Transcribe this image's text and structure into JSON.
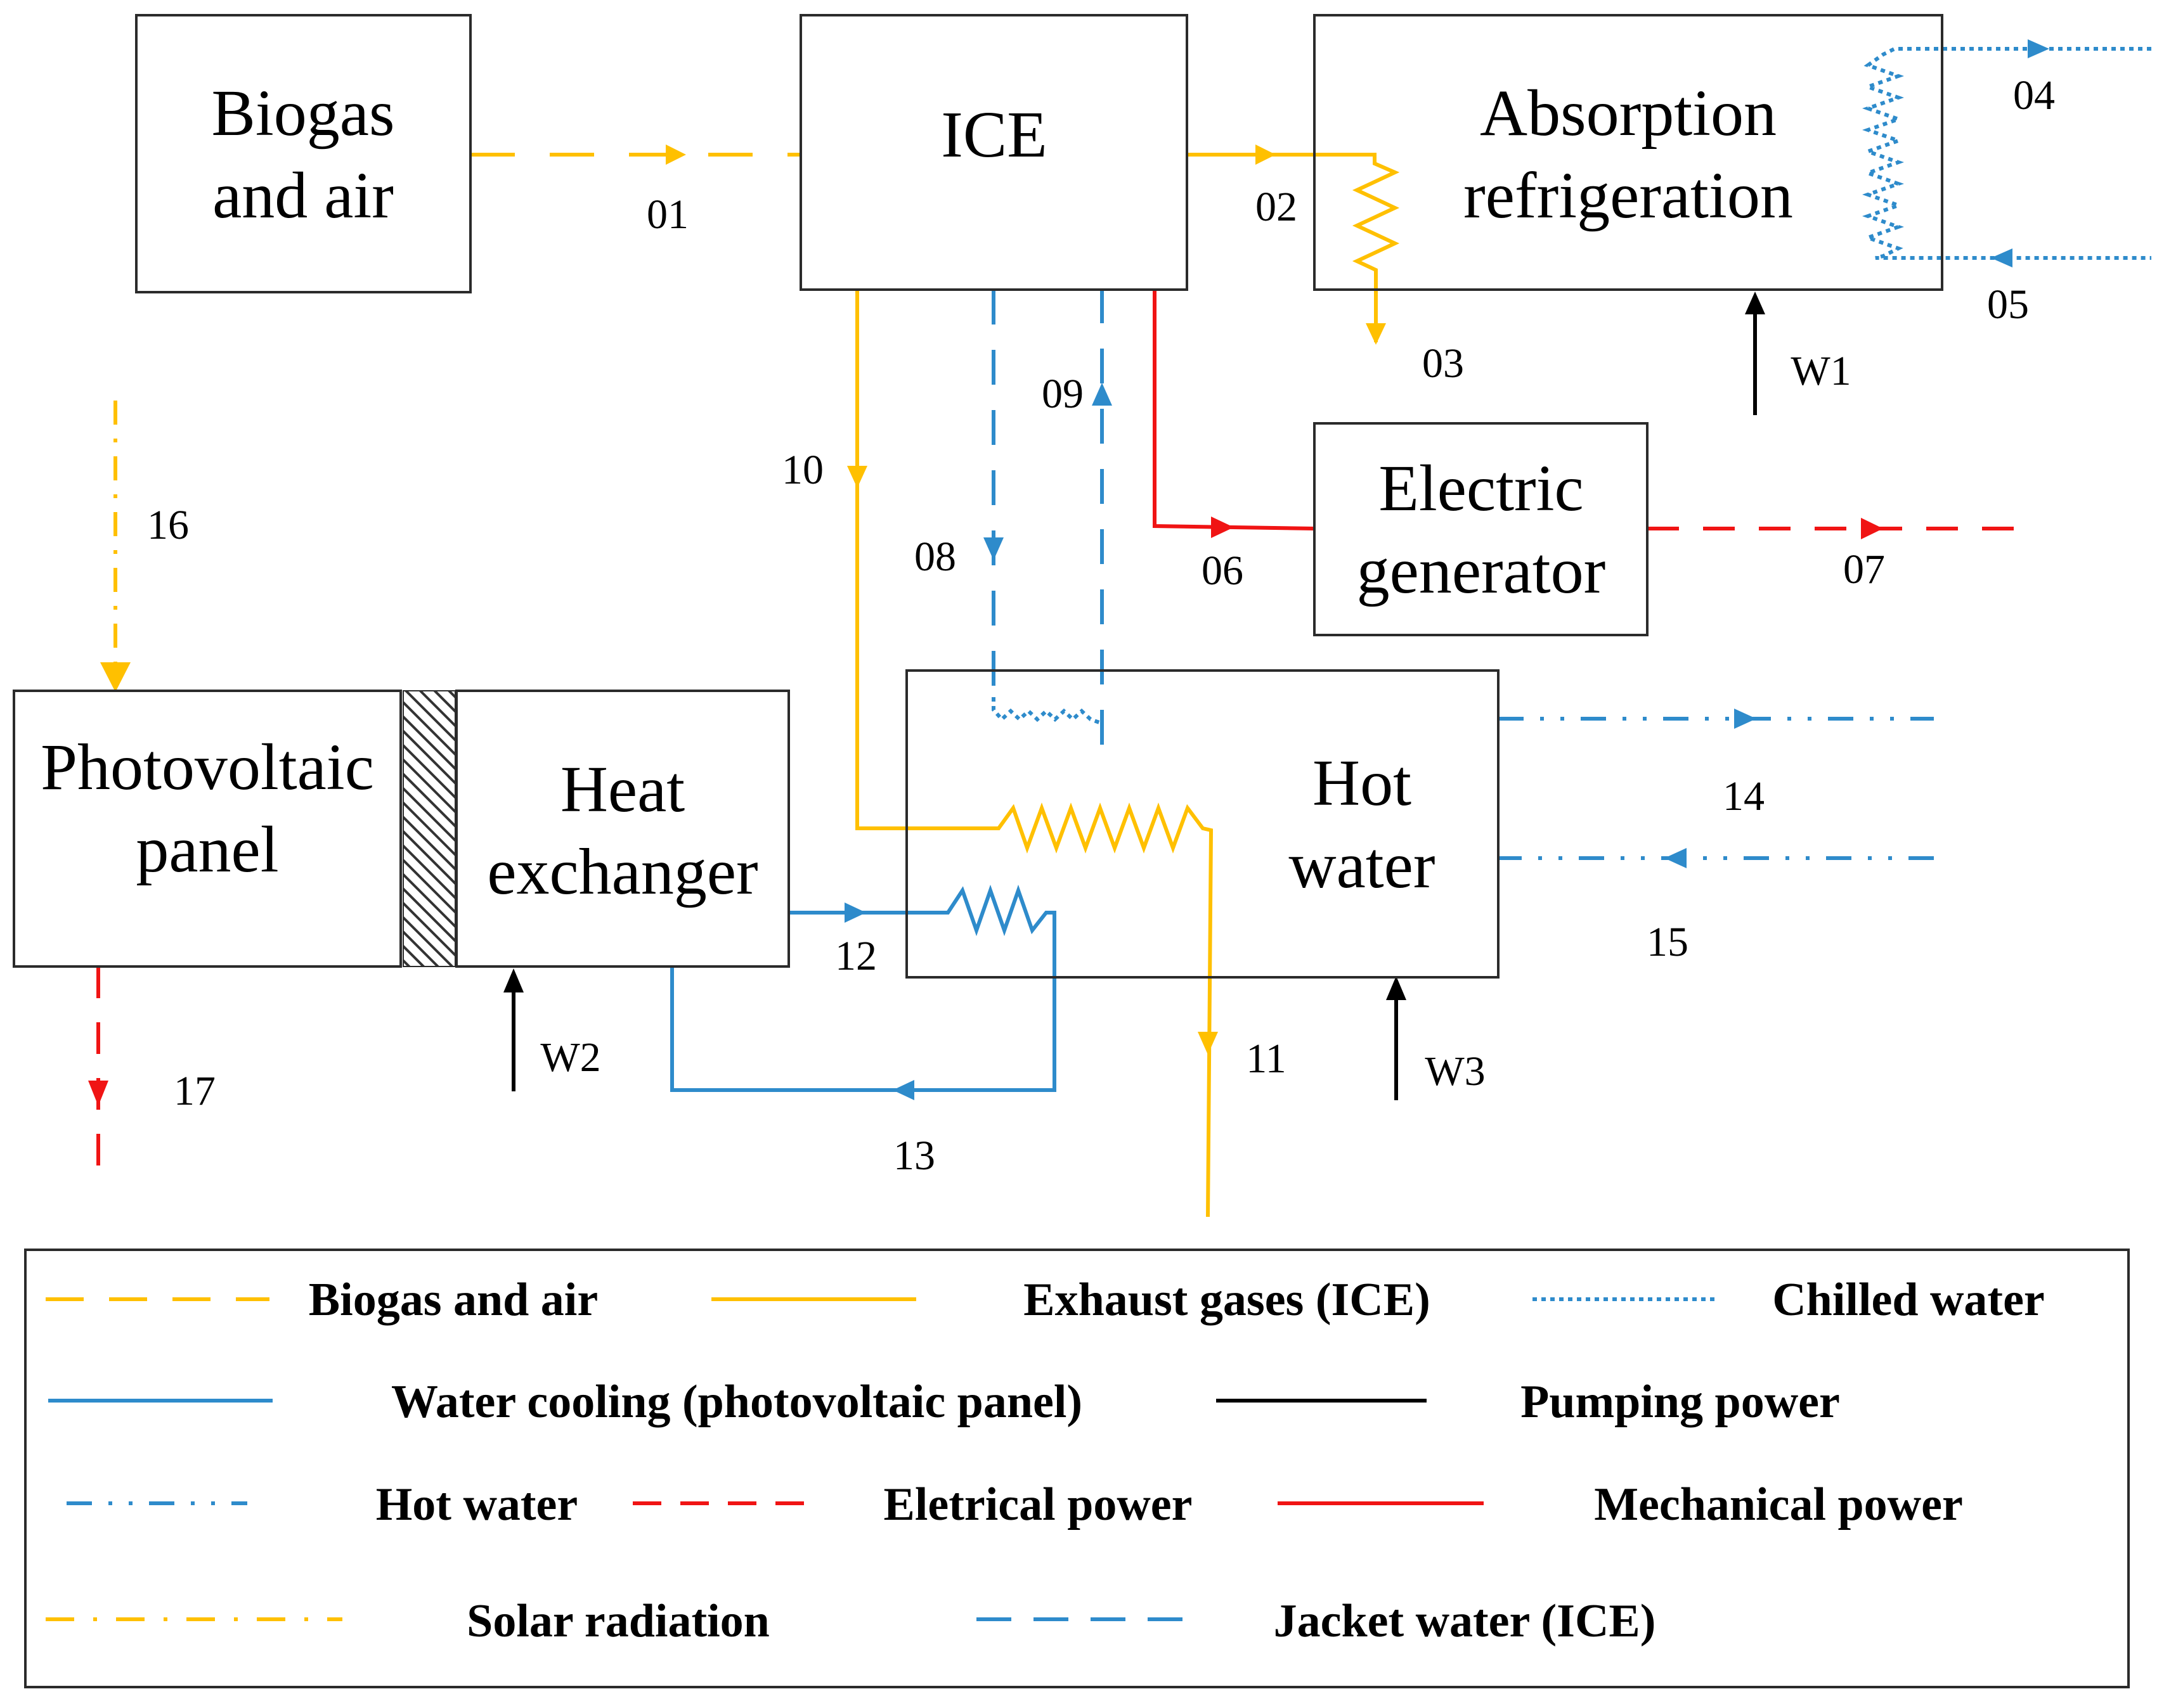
{
  "blocks": {
    "biogas": [
      "Biogas",
      "and air"
    ],
    "ice": "ICE",
    "absorption": [
      "Absorption",
      "refrigeration"
    ],
    "electric_generator": [
      "Electric",
      "generator"
    ],
    "photovoltaic": [
      "Photovoltaic",
      "panel"
    ],
    "heat_exchanger": [
      "Heat",
      "exchanger"
    ],
    "hot_water": [
      "Hot",
      "water"
    ]
  },
  "stream_labels": {
    "s01": "01",
    "s02": "02",
    "s03": "03",
    "s04": "04",
    "s05": "05",
    "s06": "06",
    "s07": "07",
    "s08": "08",
    "s09": "09",
    "s10": "10",
    "s11": "11",
    "s12": "12",
    "s13": "13",
    "s14": "14",
    "s15": "15",
    "s16": "16",
    "s17": "17",
    "w1": "W1",
    "w2": "W2",
    "w3": "W3"
  },
  "legend": {
    "biogas_air": "Biogas and air",
    "exhaust": "Exhaust gases (ICE)",
    "chilled": "Chilled water",
    "water_cooling": "Water cooling (photovoltaic panel)",
    "pumping": "Pumping power",
    "hot_water": "Hot water",
    "electrical": "Eletrical power",
    "mechanical": "Mechanical power",
    "solar": "Solar radiation",
    "jacket": "Jacket water (ICE)"
  },
  "colors": {
    "gold": "#FFC000",
    "blue": "#2E8BCB",
    "red": "#F01414",
    "black": "#000000"
  }
}
